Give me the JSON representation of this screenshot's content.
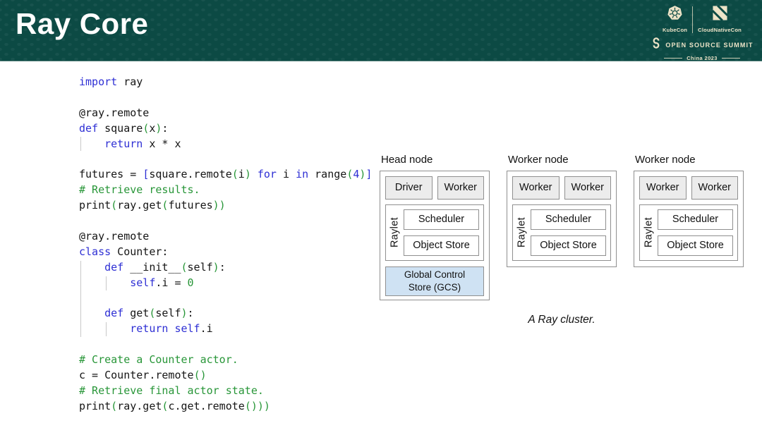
{
  "slide": {
    "title": "Ray Core"
  },
  "header_badges": {
    "kubecon_label": "KubeCon",
    "cloudnativecon_label": "CloudNativeCon",
    "summit_label": "OPEN SOURCE SUMMIT",
    "edition_label": "China 2023"
  },
  "code": {
    "language": "python",
    "lines": [
      [
        [
          "kw",
          "import"
        ],
        [
          "pl",
          " ray"
        ]
      ],
      [],
      [
        [
          "pl",
          "@ray.remote"
        ]
      ],
      [
        [
          "kw",
          "def"
        ],
        [
          "pl",
          " square"
        ],
        [
          "gr",
          "("
        ],
        [
          "pl",
          "x"
        ],
        [
          "gr",
          ")"
        ],
        [
          "pl",
          ":"
        ]
      ],
      [
        [
          "pl",
          "    "
        ],
        [
          "kw",
          "return"
        ],
        [
          "pl",
          " x * x"
        ]
      ],
      [],
      [
        [
          "pl",
          "futures = "
        ],
        [
          "kw",
          "["
        ],
        [
          "pl",
          "square.remote"
        ],
        [
          "gr",
          "("
        ],
        [
          "pl",
          "i"
        ],
        [
          "gr",
          ")"
        ],
        [
          "pl",
          " "
        ],
        [
          "kw",
          "for"
        ],
        [
          "pl",
          " i "
        ],
        [
          "kw",
          "in"
        ],
        [
          "pl",
          " range"
        ],
        [
          "gr",
          "("
        ],
        [
          "kw",
          "4"
        ],
        [
          "gr",
          ")"
        ],
        [
          "kw",
          "]"
        ]
      ],
      [
        [
          "cm",
          "# Retrieve results."
        ]
      ],
      [
        [
          "pl",
          "print"
        ],
        [
          "gr",
          "("
        ],
        [
          "pl",
          "ray.get"
        ],
        [
          "gr",
          "("
        ],
        [
          "pl",
          "futures"
        ],
        [
          "gr",
          "))"
        ]
      ],
      [],
      [
        [
          "pl",
          "@ray.remote"
        ]
      ],
      [
        [
          "kw",
          "class"
        ],
        [
          "pl",
          " Counter:"
        ]
      ],
      [
        [
          "pl",
          "    "
        ],
        [
          "kw",
          "def"
        ],
        [
          "pl",
          " __init__"
        ],
        [
          "gr",
          "("
        ],
        [
          "pl",
          "self"
        ],
        [
          "gr",
          ")"
        ],
        [
          "pl",
          ":"
        ]
      ],
      [
        [
          "pl",
          "        "
        ],
        [
          "kw",
          "self"
        ],
        [
          "pl",
          ".i = "
        ],
        [
          "gr",
          "0"
        ]
      ],
      [],
      [
        [
          "pl",
          "    "
        ],
        [
          "kw",
          "def"
        ],
        [
          "pl",
          " get"
        ],
        [
          "gr",
          "("
        ],
        [
          "pl",
          "self"
        ],
        [
          "gr",
          ")"
        ],
        [
          "pl",
          ":"
        ]
      ],
      [
        [
          "pl",
          "        "
        ],
        [
          "kw",
          "return"
        ],
        [
          "pl",
          " "
        ],
        [
          "kw",
          "self"
        ],
        [
          "pl",
          ".i"
        ]
      ],
      [],
      [
        [
          "cm",
          "# Create a Counter actor."
        ]
      ],
      [
        [
          "pl",
          "c = Counter.remote"
        ],
        [
          "gr",
          "()"
        ]
      ],
      [
        [
          "cm",
          "# Retrieve final actor state."
        ]
      ],
      [
        [
          "pl",
          "print"
        ],
        [
          "gr",
          "("
        ],
        [
          "pl",
          "ray.get"
        ],
        [
          "gr",
          "("
        ],
        [
          "pl",
          "c.get.remote"
        ],
        [
          "gr",
          "()))"
        ]
      ]
    ]
  },
  "diagram": {
    "caption": "A Ray cluster.",
    "raylet_label": "Raylet",
    "nodes": [
      {
        "label": "Head node",
        "processes": [
          "Driver",
          "Worker"
        ],
        "components": [
          "Scheduler",
          "Object Store"
        ],
        "gcs": "Global Control Store (GCS)"
      },
      {
        "label": "Worker node",
        "processes": [
          "Worker",
          "Worker"
        ],
        "components": [
          "Scheduler",
          "Object Store"
        ]
      },
      {
        "label": "Worker node",
        "processes": [
          "Worker",
          "Worker"
        ],
        "components": [
          "Scheduler",
          "Object Store"
        ]
      }
    ]
  },
  "colors": {
    "header_bg": "#0c4a44",
    "badge_cream": "#ece3c7",
    "code_keyword": "#2e2fd4",
    "code_green": "#289638",
    "code_plain": "#151515",
    "gcs_fill": "#cfe2f3",
    "box_border": "#8f8f8f",
    "proc_fill": "#ececec"
  }
}
